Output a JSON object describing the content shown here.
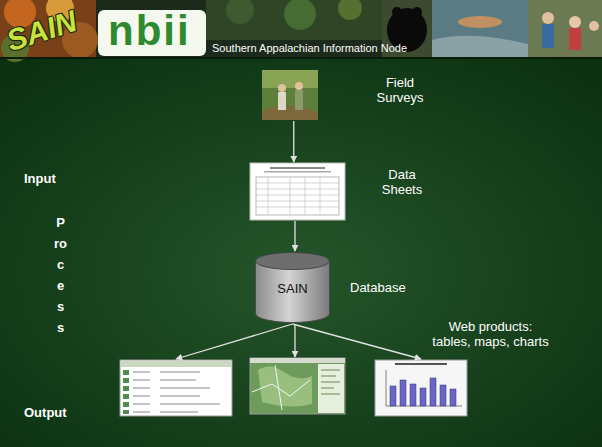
{
  "diagram": {
    "nodes": [
      {
        "text": [
          "Field Surveys"
        ]
      },
      {
        "text": [
          "Data Sheets"
        ]
      },
      {
        "text": [
          "SAIN",
          "Database"
        ]
      },
      {
        "text": []
      },
      {
        "text": []
      },
      {
        "text": [
          "Web products: tables, maps, charts"
        ]
      }
    ],
    "edges": [
      {
        "from": 0,
        "to": 1,
        "arrow": "to"
      },
      {
        "from": 1,
        "to": 2,
        "arrow": "to"
      },
      {
        "from": 2,
        "to": 3,
        "arrow": "to"
      },
      {
        "from": 2,
        "to": 4,
        "arrow": "to"
      },
      {
        "from": 2,
        "to": 5,
        "arrow": "to"
      }
    ],
    "labels": [
      "SAIN",
      "nbii",
      "Southern Appalachian Information Node",
      "Input",
      "Process",
      "Output"
    ]
  }
}
